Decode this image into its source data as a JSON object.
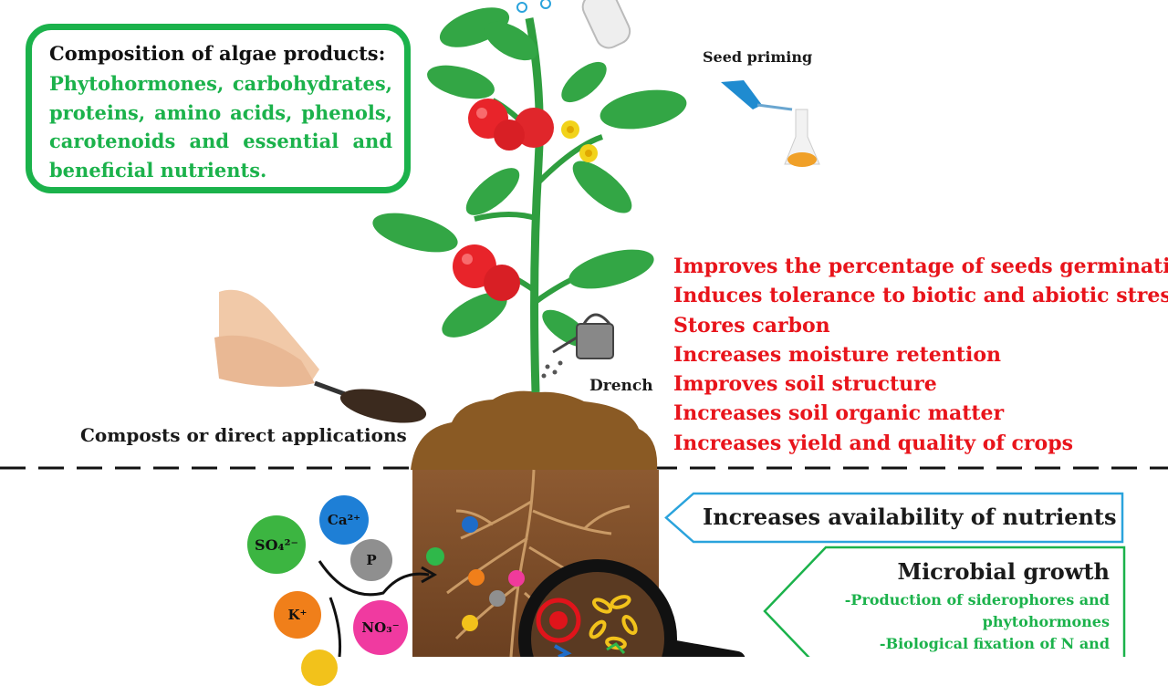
{
  "composition": {
    "title": "Composition of algae products:",
    "body": "Phytohormones, carbohydrates, proteins, amino acids, phenols, carotenoids and essential and beneficial nutrients."
  },
  "labels": {
    "seed_priming": "Seed priming",
    "drench": "Drench",
    "composts": "Composts or direct applications"
  },
  "benefits": [
    "Improves the percentage of seeds germination",
    "Induces tolerance to biotic and abiotic stress",
    "Stores carbon",
    "Increases moisture retention",
    "Improves soil structure",
    "Increases soil organic matter",
    "Increases yield and quality of crops"
  ],
  "nutrients_callout": "Increases availability of nutrients",
  "microbial": {
    "title": "Microbial growth",
    "lines": [
      "-Production of siderophores and",
      "phytohormones",
      "-Biological fixation of N and"
    ]
  },
  "ions": {
    "so4": "SO₄²⁻",
    "ca": "Ca²⁺",
    "p": "P",
    "k": "K⁺",
    "no3": "NO₃⁻"
  },
  "colors": {
    "green": "#1bb24b",
    "red": "#e8141b",
    "blue_callout": "#2aa3dc",
    "soil": "#7a4a22",
    "leaf": "#2f9e3f"
  }
}
